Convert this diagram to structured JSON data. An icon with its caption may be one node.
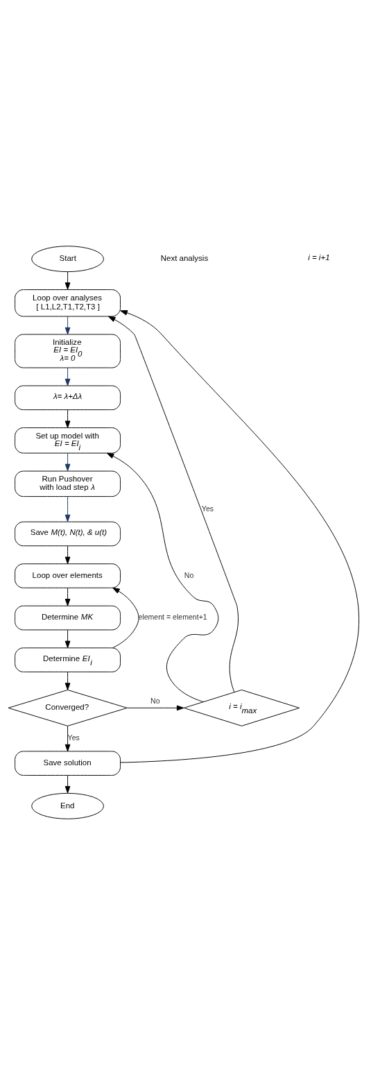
{
  "diagram": {
    "nodes": [
      {
        "text": [
          "Start"
        ]
      },
      {
        "text": [
          "Loop over analyses",
          "[ L1,L2,T1,T2,T3 ]"
        ]
      },
      {
        "text": [
          "Initialize",
          "*EI = EI*$_{0}$",
          "*λ= 0*"
        ]
      },
      {
        "text": [
          "*λ= λ+Δλ*"
        ]
      },
      {
        "text": [
          "Set up model with",
          "*EI = EI*$_{i}$"
        ]
      },
      {
        "text": [
          "Run Pushover",
          "with load step *λ*"
        ]
      },
      {
        "text": [
          "Save *M(t), N(t), & u(t)*"
        ]
      },
      {
        "text": [
          "Loop over elements"
        ]
      },
      {
        "text": [
          "Determine *MK*"
        ]
      },
      {
        "text": [
          "Determine *EI*$_{i}$"
        ]
      },
      {
        "text": [
          "Converged?"
        ]
      },
      {
        "text": [
          "*i = i*$_{max}$"
        ]
      },
      {
        "text": [
          "Save solution"
        ]
      },
      {
        "text": [
          "End"
        ]
      }
    ],
    "edges": [
      {
        "from": 0,
        "to": 1,
        "arrow": "to"
      },
      {
        "from": 1,
        "to": 2,
        "arrow": "to",
        "color": "#1f3864"
      },
      {
        "from": 2,
        "to": 3,
        "arrow": "to",
        "color": "#1f3864"
      },
      {
        "from": 3,
        "to": 4,
        "arrow": "to"
      },
      {
        "from": 4,
        "to": 5,
        "arrow": "to",
        "color": "#1f3864"
      },
      {
        "from": 5,
        "to": 6,
        "arrow": "to",
        "color": "#1f3864"
      },
      {
        "from": 6,
        "to": 7,
        "arrow": "to"
      },
      {
        "from": 7,
        "to": 8,
        "arrow": "to"
      },
      {
        "from": 8,
        "to": 9,
        "arrow": "to"
      },
      {
        "from": 9,
        "to": 10,
        "arrow": "to"
      },
      {
        "from": 9,
        "to": 7,
        "arrow": "to",
        "label": "element = element+1"
      },
      {
        "from": 10,
        "to": 11,
        "arrow": "to",
        "label": "No"
      },
      {
        "from": 11,
        "to": 4,
        "arrow": "to",
        "label": "No"
      },
      {
        "from": 11,
        "to": 1,
        "arrow": "to",
        "label": "Yes"
      },
      {
        "from": 10,
        "to": 12,
        "arrow": "to",
        "label": "Yes"
      },
      {
        "from": 12,
        "to": 13,
        "arrow": "to"
      },
      {
        "from": 12,
        "to": 1,
        "arrow": "to"
      }
    ],
    "labels": [
      "Next analysis",
      "*i = i+1*"
    ]
  }
}
